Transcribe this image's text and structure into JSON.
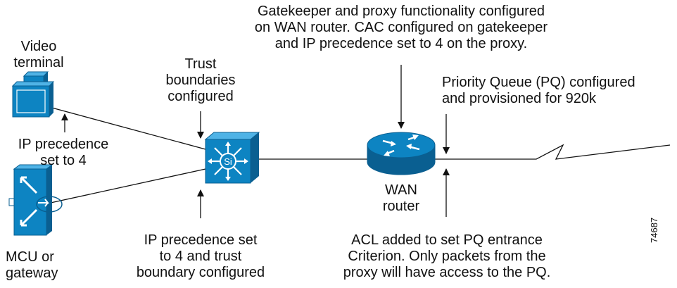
{
  "labels": {
    "video_terminal": [
      "Video",
      "terminal"
    ],
    "ip_prec_terminal": [
      "IP precedence",
      "set to 4"
    ],
    "mcu_gateway": [
      "MCU or",
      "gateway"
    ],
    "trust_boundaries": [
      "Trust",
      "boundaries",
      "configured"
    ],
    "ip_prec_switch": [
      "IP precedence set",
      "to 4 and trust",
      "boundary configured"
    ],
    "gatekeeper": [
      "Gatekeeper and proxy functionality configured",
      "on WAN router. CAC configured on gatekeeper",
      "and IP precedence set to 4 on the proxy."
    ],
    "priority_queue": [
      "Priority Queue (PQ) configured",
      "and provisioned for 920k"
    ],
    "wan_router": [
      "WAN",
      "router"
    ],
    "acl": [
      "ACL added to set PQ entrance",
      "Criterion. Only packets from the",
      "proxy will have access to the PQ."
    ]
  },
  "switch_label": "Si",
  "figure_id": "74687",
  "icons": {
    "video_terminal": "video-terminal-icon",
    "mcu": "mcu-icon",
    "switch": "multilayer-switch-icon",
    "router": "router-icon"
  },
  "colors": {
    "device_blue": "#0d84c2",
    "device_dark": "#0a5f91",
    "device_light": "#4fb3e6",
    "line": "#111111"
  }
}
